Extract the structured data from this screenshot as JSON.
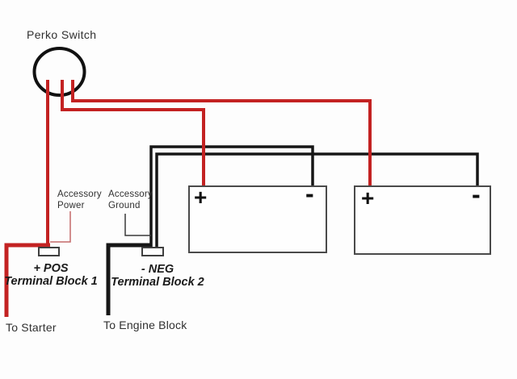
{
  "diagram": {
    "colors": {
      "positive_wire": "#c32222",
      "positive_wire_thin": "#c46a6a",
      "negative_wire": "#161616",
      "negative_wire_thin": "#3a3a3a",
      "switch_outline": "#111111",
      "box_border": "#4a4a4a",
      "box_fill": "#fefefe"
    },
    "switch": {
      "label": "Perko Switch"
    },
    "accessory_power": {
      "line1": "Accessory",
      "line2": "Power"
    },
    "accessory_ground": {
      "line1": "Accessory",
      "line2": "Ground"
    },
    "terminal_block_1": {
      "title": "+ POS",
      "subtitle": "Terminal Block 1",
      "lead": "To Starter"
    },
    "terminal_block_2": {
      "title": "- NEG",
      "subtitle": "Terminal Block 2",
      "lead": "To Engine Block"
    },
    "battery_1": {
      "positive": "+",
      "negative": "-"
    },
    "battery_2": {
      "positive": "+",
      "negative": "-"
    }
  }
}
